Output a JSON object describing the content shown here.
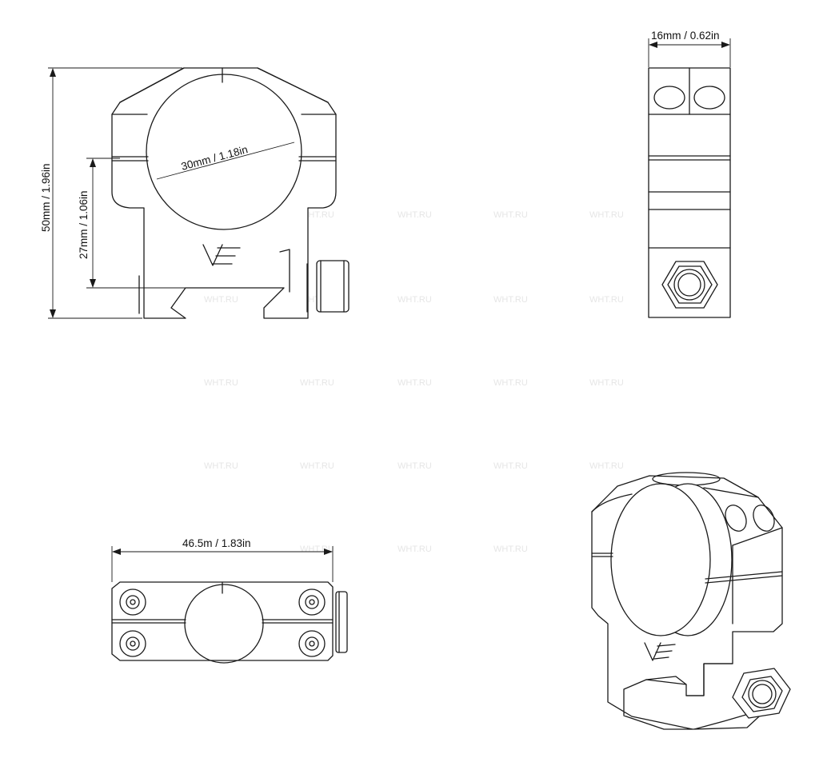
{
  "dimensions": {
    "total_height": "50mm / 1.96in",
    "center_height": "27mm / 1.06in",
    "ring_diameter": "30mm / 1.18in",
    "width": "16mm / 0.62in",
    "length": "46.5m / 1.83in"
  },
  "watermark": "WHT.RU",
  "colors": {
    "line": "#1a1a1a",
    "background": "#ffffff",
    "watermark": "#e6e6e6"
  }
}
